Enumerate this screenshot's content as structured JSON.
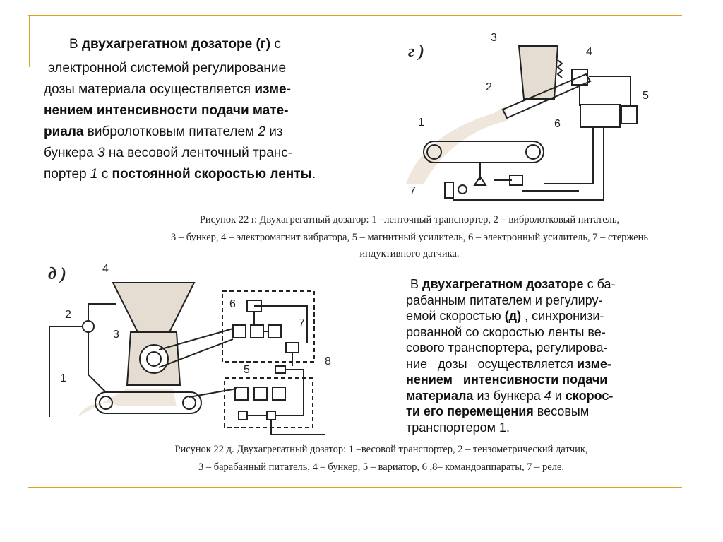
{
  "para1": {
    "l1a": "В ",
    "l1b": "двухагрегатном дозаторе (г)",
    "l1c": " с",
    "l2": "электронной системой регулирование",
    "l3a": "дозы материала осуществляется ",
    "l3b": "изме-",
    "l4": "нением интенсивности подачи мате-",
    "l5a": "риала",
    "l5b": " вибролотковым питателем ",
    "l5c": "2",
    "l5d": " из",
    "l6a": "бункера ",
    "l6b": "3",
    "l6c": " на весовой ленточный транс-",
    "l7a": "портер ",
    "l7b": "1",
    "l7c": " с ",
    "l7d": "постоянной скоростью ленты",
    "l7e": "."
  },
  "caption1": {
    "l1": "Рисунок 22 г. Двухагрегатный дозатор: 1 –ленточный транспортер, 2 – вибролотковый питатель,",
    "l2": "3 – бункер, 4 – электромагнит вибратора, 5 – магнитный усилитель, 6 – электронный усилитель, 7 – стержень",
    "l3": "индуктивного датчика."
  },
  "diagram_g": {
    "label": "г )",
    "n1": "1",
    "n2": "2",
    "n3": "3",
    "n4": "4",
    "n5": "5",
    "n6": "6",
    "n7": "7"
  },
  "diagram_d": {
    "label": "д )",
    "n1": "1",
    "n2": "2",
    "n3": "3",
    "n4": "4",
    "n5": "5",
    "n6": "6",
    "n7": "7",
    "n8": "8"
  },
  "para2": {
    "l1a": "В ",
    "l1b": "двухагрегатном дозаторе",
    "l1c": " с ба-",
    "l2": "рабанным питателем и регулиру-",
    "l3a": "емой скоростью ",
    "l3b": "(д)",
    "l3c": " , синхронизи-",
    "l4": "рованной со скоростью ленты ве-",
    "l5": "сового транспортера, регулирова-",
    "l6a": "ние   дозы   осуществляется ",
    "l6b": "изме-",
    "l7": "нением   интенсивности подачи",
    "l8a": "материала",
    "l8b": " из бункера ",
    "l8c": "4",
    "l8d": " и ",
    "l8e": "скорос-",
    "l9a": "ти его перемещения",
    "l9b": " весовым",
    "l10": "транспортером 1."
  },
  "caption2": {
    "l1": "Рисунок 22 д. Двухагрегатный дозатор: 1 –весовой транспортер, 2 – тензометрический датчик,",
    "l2": "3 – барабанный питатель, 4 – бункер, 5 – вариатор, 6 ,8– командоаппараты, 7 – реле."
  },
  "colors": {
    "rule": "#d9a520"
  }
}
